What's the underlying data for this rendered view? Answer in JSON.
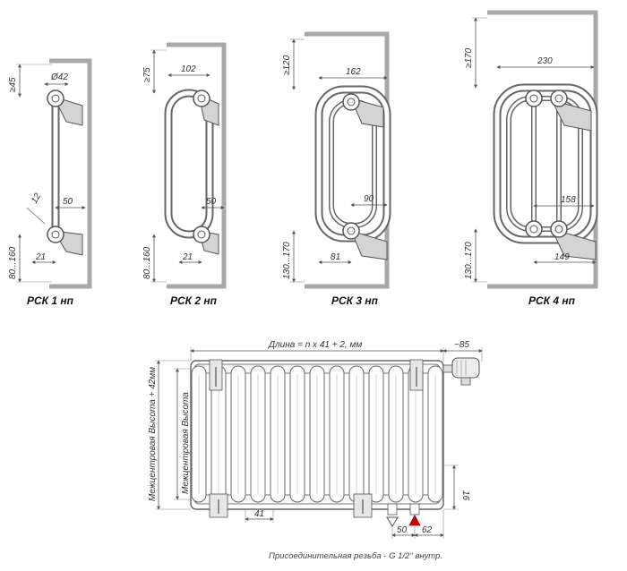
{
  "diagrams": [
    {
      "caption": "РСК 1 нп",
      "dims": {
        "top_offset": "≥45",
        "width": "Ø42",
        "bottom_depth": "50",
        "lower_offset": "21",
        "height_range": "80...160",
        "small_gap": "12"
      }
    },
    {
      "caption": "РСК 2 нп",
      "dims": {
        "top_offset": "≥75",
        "width": "102",
        "bottom_depth": "50",
        "lower_offset": "21",
        "height_range": "80...160"
      }
    },
    {
      "caption": "РСК 3 нп",
      "dims": {
        "top_offset": "≥120",
        "width": "162",
        "bottom_depth": "90",
        "lower_offset": "81",
        "height_range": "130...170"
      }
    },
    {
      "caption": "РСК 4 нп",
      "dims": {
        "top_offset": "≥170",
        "width": "230",
        "bottom_depth": "158",
        "lower_offset": "149",
        "height_range": "130...170"
      }
    }
  ],
  "front_view": {
    "length_label": "Длина = n x 41 + 2, мм",
    "valve_offset": "~85",
    "height_label": "Межцентровая Высота + 42мм",
    "center_height_label": "Межцентровая Высота",
    "pitch": "41",
    "bottom_offset": "16",
    "connection_spacing": "50",
    "connection_offset": "62",
    "thread_note": "Присоединительная резьба - G 1/2\" внутр.",
    "section_count": 13
  },
  "colors": {
    "wall": "#a8a8a8",
    "line": "#555555",
    "arrow_marker": "#cc0000"
  }
}
